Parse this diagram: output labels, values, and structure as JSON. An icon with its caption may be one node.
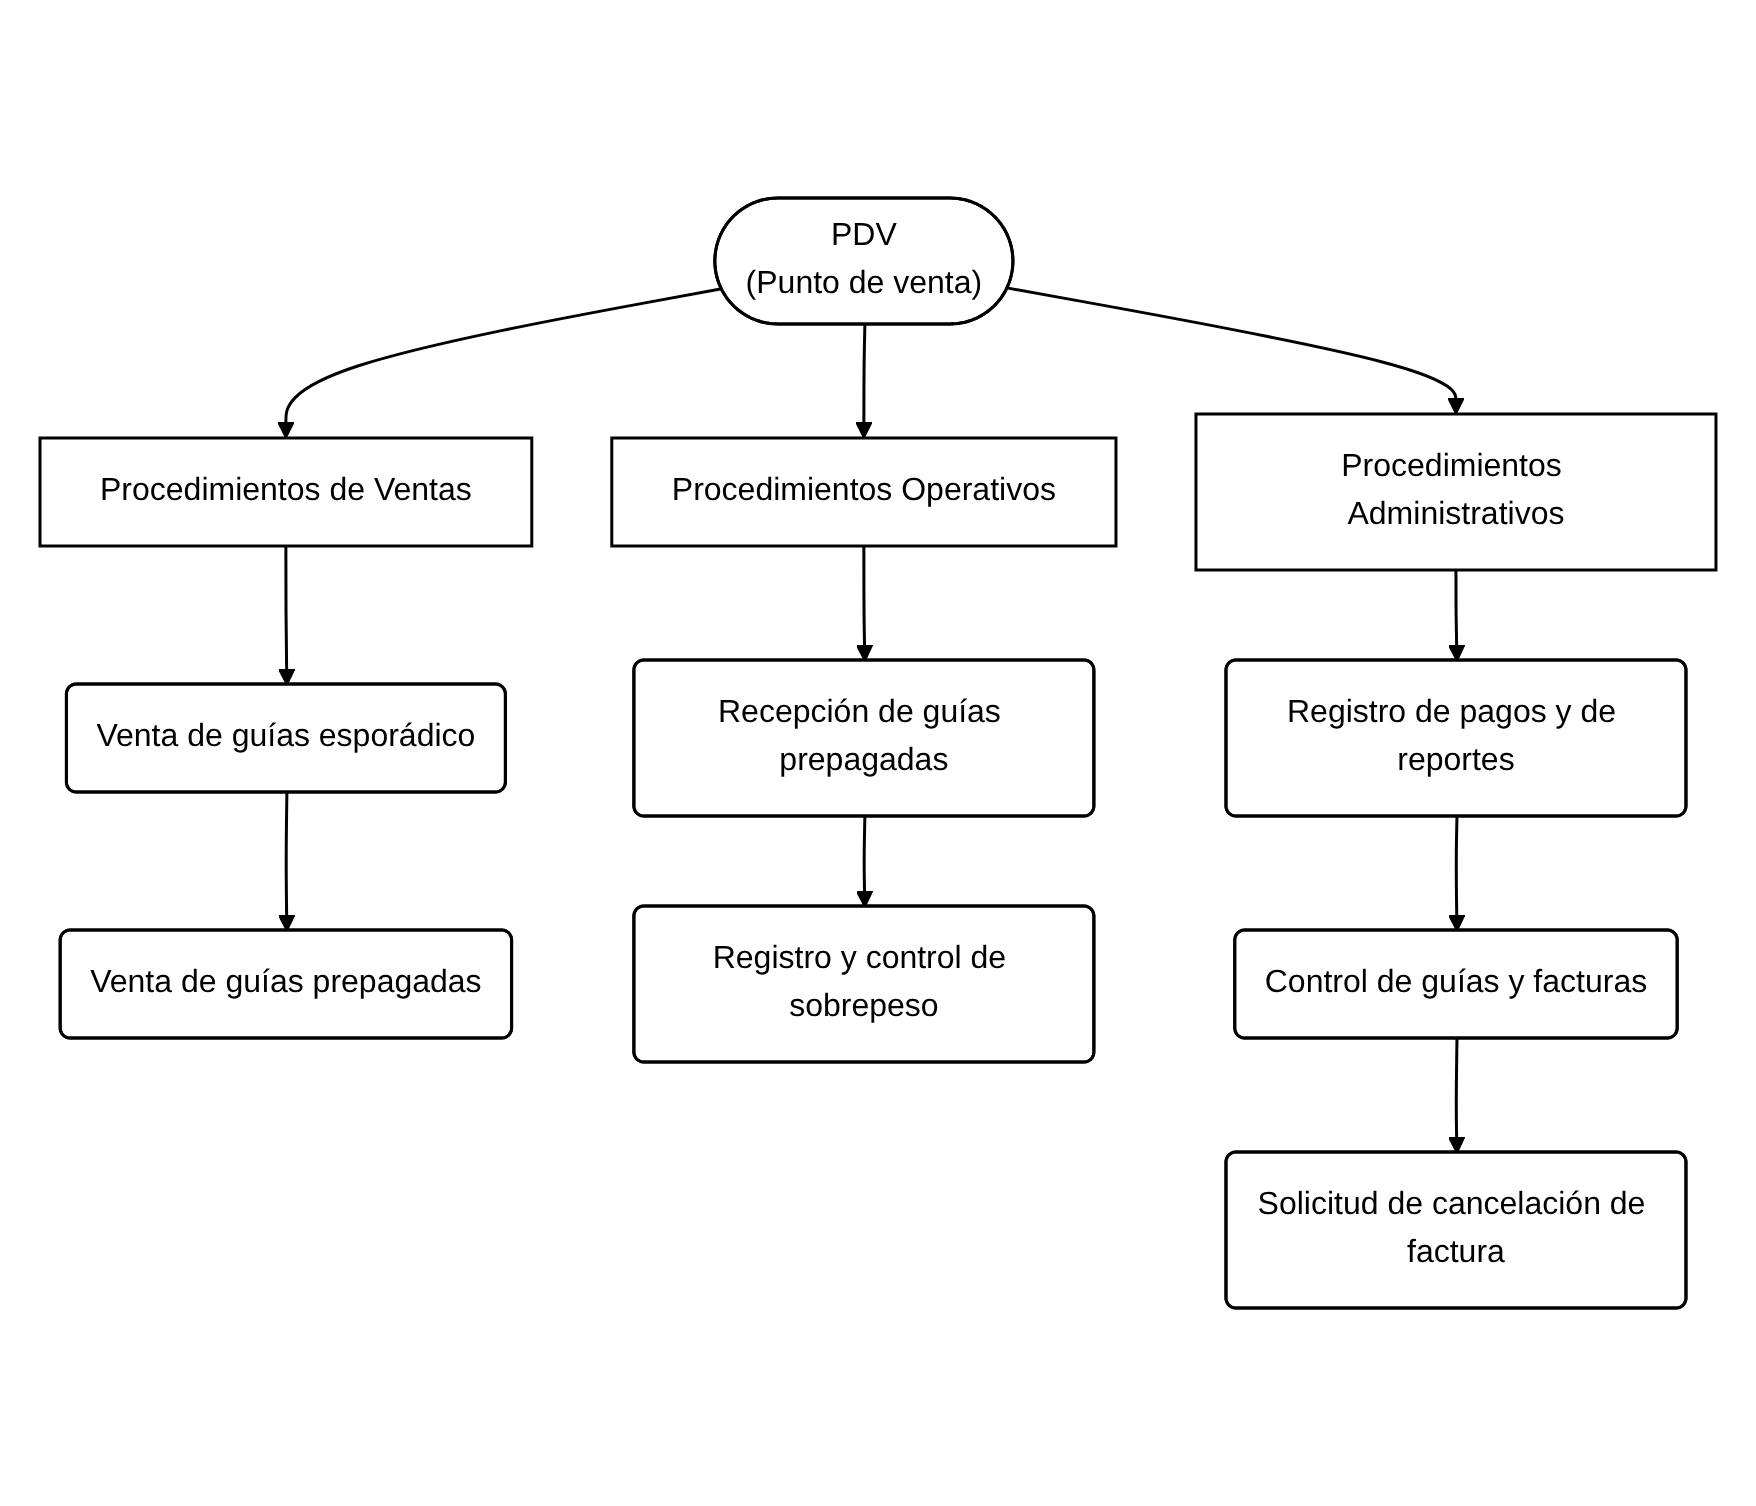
{
  "diagram": {
    "nodes": [
      {
        "text": [
          "PDV",
          "(Punto de venta)"
        ]
      },
      {
        "text": [
          "Procedimientos de Ventas"
        ]
      },
      {
        "text": [
          "Procedimientos Operativos"
        ]
      },
      {
        "text": [
          "Procedimientos Administrativos"
        ]
      },
      {
        "text": [
          "Venta de guías esporádico"
        ]
      },
      {
        "text": [
          "Venta de guías prepagadas"
        ]
      },
      {
        "text": [
          "Recepción de guías prepagadas"
        ]
      },
      {
        "text": [
          "Registro y control de sobrepeso"
        ]
      },
      {
        "text": [
          "Registro de pagos y de reportes"
        ]
      },
      {
        "text": [
          "Control de guías y facturas"
        ]
      },
      {
        "text": [
          "Solicitud de cancelación de factura"
        ]
      }
    ],
    "edges": [
      {
        "from": 0,
        "to": 1,
        "arrow": "to"
      },
      {
        "from": 0,
        "to": 2,
        "arrow": "to"
      },
      {
        "from": 0,
        "to": 3,
        "arrow": "to"
      },
      {
        "from": 1,
        "to": 4,
        "arrow": "to"
      },
      {
        "from": 4,
        "to": 5,
        "arrow": "to"
      },
      {
        "from": 2,
        "to": 6,
        "arrow": "to"
      },
      {
        "from": 6,
        "to": 7,
        "arrow": "to"
      },
      {
        "from": 3,
        "to": 8,
        "arrow": "to"
      },
      {
        "from": 8,
        "to": 9,
        "arrow": "to"
      },
      {
        "from": 9,
        "to": 10,
        "arrow": "to"
      }
    ]
  }
}
